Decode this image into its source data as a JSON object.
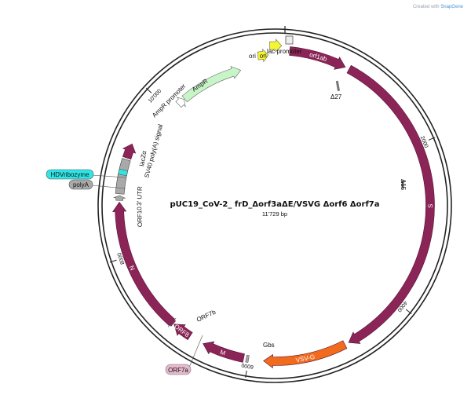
{
  "credit": {
    "prefix": "Created with",
    "brand": "SnapGene"
  },
  "plasmid": {
    "name": "pUC19_CoV-2_ frD_Δorf3aΔE/VSVG Δorf6 Δorf7a",
    "length_label": "11'729 bp",
    "length_bp": 11729
  },
  "ticks": [
    {
      "label": "2000",
      "bp": 2000
    },
    {
      "label": "4000",
      "bp": 4000
    },
    {
      "label": "6000",
      "bp": 6000
    },
    {
      "label": "8000",
      "bp": 8000
    },
    {
      "label": "10'000",
      "bp": 10000
    }
  ],
  "colors": {
    "maroon": "#8b2557",
    "orange": "#f26b1d",
    "green": "#c8f5c8",
    "yellow": "#f5f531",
    "gray": "#a9a9a9",
    "cyan": "#2ee6e6",
    "pink": "#e6b8cc"
  },
  "features": [
    {
      "name": "orf1ab",
      "start": 0,
      "end": 700,
      "color": "#8b2557",
      "dir": 1,
      "label_inside": true
    },
    {
      "name": "S",
      "start": 750,
      "end": 4760,
      "color": "#8b2557",
      "dir": 1,
      "label_inside": true
    },
    {
      "name": "VSV-G",
      "start": 4810,
      "end": 5820,
      "color": "#f26b1d",
      "dir": 1,
      "label_inside": true
    },
    {
      "name": "M",
      "start": 6060,
      "end": 6580,
      "color": "#8b2557",
      "dir": 1,
      "label_inside": true
    },
    {
      "name": "ORF8",
      "start": 6760,
      "end": 7000,
      "color": "#8b2557",
      "dir": 1,
      "label_inside": true
    },
    {
      "name": "N",
      "start": 7040,
      "end": 8660,
      "color": "#8b2557",
      "dir": 1,
      "label_inside": true
    },
    {
      "name": "lacZα",
      "start": 9200,
      "end": 9380,
      "color": "#8b2557",
      "dir": 1,
      "label_inside": false
    }
  ],
  "small_features": [
    {
      "name": "ORF10",
      "start": 8680,
      "end": 8740,
      "color": "#a9a9a9",
      "dir": 1
    },
    {
      "name": "ORF7b",
      "start": 7010,
      "end": 7050,
      "color": "#8b2557",
      "dir": 1
    },
    {
      "name": "Gbs",
      "start": 6000,
      "end": 6030,
      "color": "#a9a9a9",
      "dir": 0
    }
  ],
  "utr_block": {
    "start": 8760,
    "end": 9180
  },
  "outer_features": [
    {
      "name": "AmpR promoter",
      "start": 10130,
      "end": 10230,
      "color": "#ffffff"
    },
    {
      "name": "AmpR",
      "start": 10240,
      "end": 11090,
      "color": "#c8f5c8"
    },
    {
      "name": "ori",
      "start": 11340,
      "end": 11470,
      "color": "#f5f531"
    },
    {
      "name": "ori",
      "start": 11490,
      "end": 11630,
      "color": "#f5f531"
    }
  ],
  "text_labels": {
    "lac_promoter": "lac promoter",
    "delta27": "Δ27",
    "delta15": "Δ15",
    "sv40": "SV40 poly(A) signal",
    "lacza": "lacZα",
    "utr3": "3' UTR",
    "orf10": "ORF10",
    "orf7b": "ORF7b",
    "gbs": "Gbs",
    "ampr_promoter": "AmpR promoter",
    "ampr": "AmpR",
    "ori_outer": "ori",
    "ori_inner": "ori"
  },
  "tags": [
    {
      "name": "HDVribozyme",
      "color": "#2ee6e6"
    },
    {
      "name": "polyA",
      "color": "#a9a9a9"
    },
    {
      "name": "ORF7a",
      "color": "#e6b8cc"
    }
  ]
}
